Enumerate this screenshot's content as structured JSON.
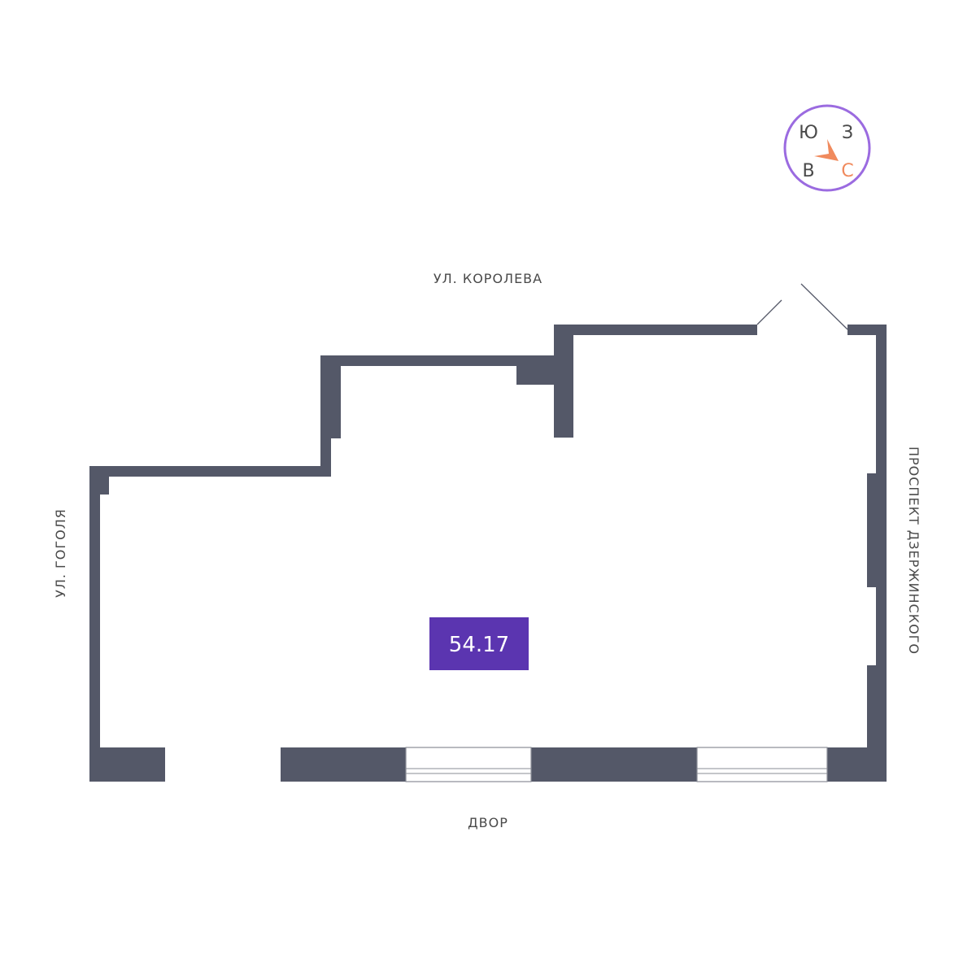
{
  "streets": {
    "top": "УЛ. КОРОЛЕВА",
    "left": "УЛ. ГОГОЛЯ",
    "right": "ПРОСПЕКТ ДЗЕРЖИНСКОГО",
    "bottom": "ДВОР"
  },
  "compass": {
    "south": "Ю",
    "west": "З",
    "east": "В",
    "north": "С",
    "ring_color": "#9b6be0",
    "arrow_color": "#f08a5d",
    "letter_color": "#4a4a4a"
  },
  "room": {
    "area": "54.17",
    "badge_color": "#5b35b0"
  },
  "colors": {
    "wall": "#545868",
    "window_line": "#8a8d96"
  }
}
